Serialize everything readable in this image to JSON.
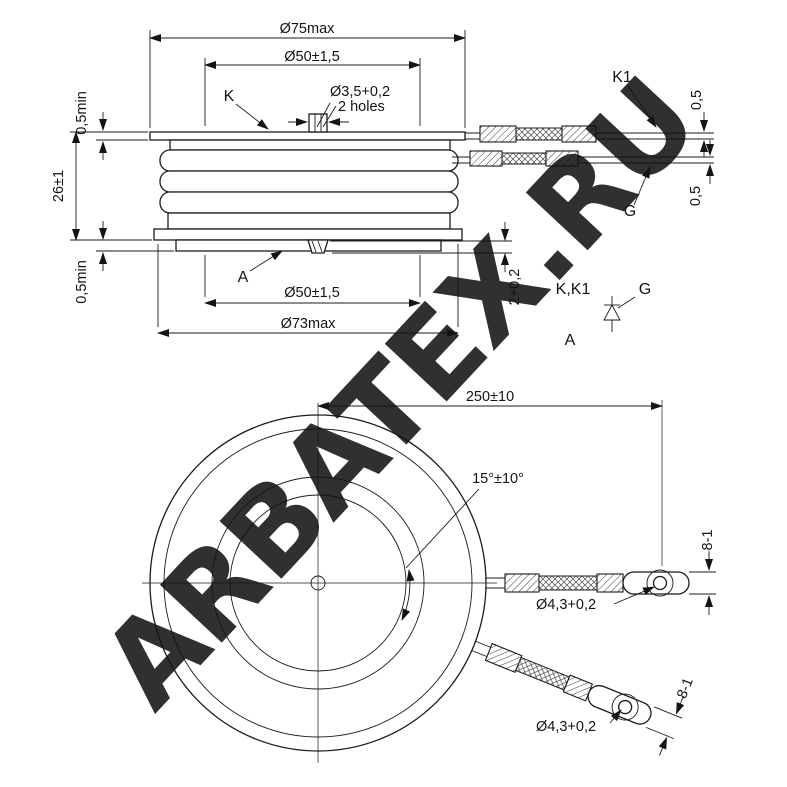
{
  "watermark": {
    "text": "ARBATEX.RU",
    "color": "#e30613"
  },
  "side_view": {
    "dim_d75": "Ø75max",
    "dim_d50_top": "Ø50±1,5",
    "dim_hole_d": "Ø3,5+0,2",
    "dim_hole_note": "2 holes",
    "label_k": "K",
    "dim_gap_top": "0,5min",
    "dim_height": "26±1",
    "dim_gap_bottom": "0,5min",
    "label_k1": "K1",
    "label_g": "G",
    "dim_lead_k1": "0,5",
    "dim_lead_g": "0,5",
    "dim_stud": "2+0,2",
    "label_a": "A",
    "dim_d50_bottom": "Ø50±1,5",
    "dim_d73": "Ø73max"
  },
  "symbol": {
    "cathode": "K,K1",
    "gate": "G",
    "anode": "A"
  },
  "plan_view": {
    "dim_length": "250±10",
    "dim_angle": "15°±10°",
    "dim_terminal_hole_1": "Ø4,3+0,2",
    "dim_terminal_width_1": "8-1",
    "dim_terminal_hole_2": "Ø4,3+0,2",
    "dim_terminal_width_2": "8-1"
  }
}
